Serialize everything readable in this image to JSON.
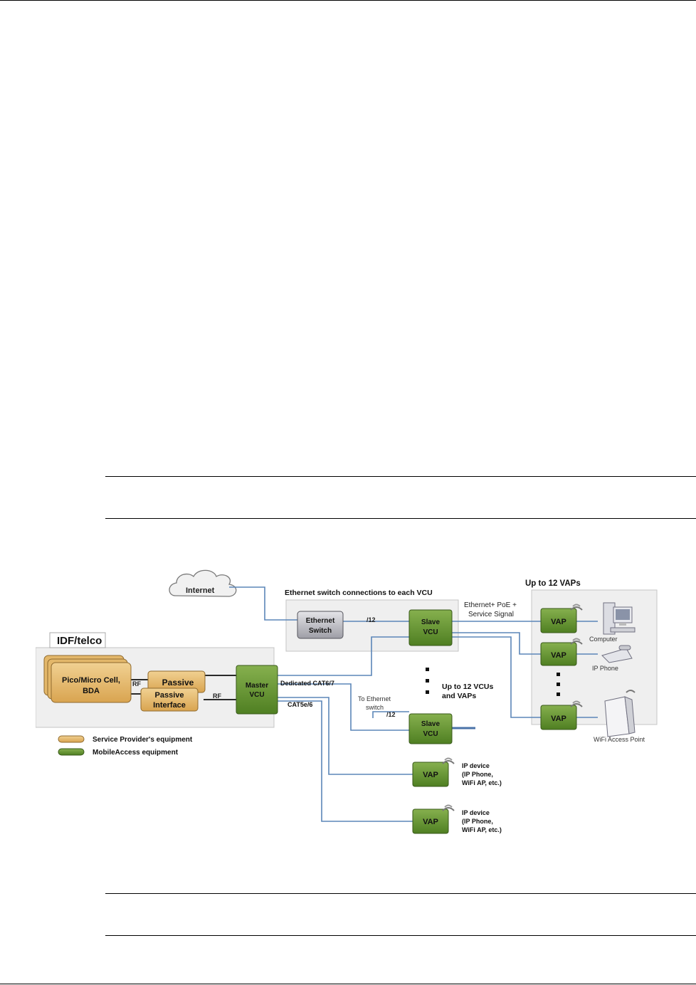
{
  "diagram": {
    "cloud": "Internet",
    "idf_label": "IDF/telco",
    "pico_line1": "Pico/Micro Cell,",
    "pico_line2": "BDA",
    "passive_1": "Passive",
    "passive_2a": "Passive",
    "passive_2b": "Interface",
    "rf_1": "RF",
    "rf_2": "RF",
    "master_1": "Master",
    "master_2": "VCU",
    "switch_group_title": "Ethernet switch connections to each VCU",
    "eth_switch_1": "Ethernet",
    "eth_switch_2": "Switch",
    "port_label_1": "/12",
    "port_label_2": "/12",
    "slave_1": "Slave",
    "slave_2": "VCU",
    "ethernet_poe_1": "Ethernet+ PoE +",
    "ethernet_poe_2": "Service Signal",
    "dedicated_cable": "Dedicated CAT6/7",
    "cat5_cable": "CAT5e/6",
    "to_ethernet_1": "To Ethernet",
    "to_ethernet_2": "switch",
    "upto_vcus_1": "Up to 12 VCUs",
    "upto_vcus_2": "and VAPs",
    "upto_vaps": "Up to 12 VAPs",
    "vap": "VAP",
    "computer": "Computer",
    "ip_phone": "IP Phone",
    "wifi_ap": "WiFi Access Point",
    "ip_device_1": "IP device",
    "ip_device_2": "(IP Phone,",
    "ip_device_3": "WiFi AP, etc.)",
    "legend_provider": "Service Provider's equipment",
    "legend_mobileaccess": "MobileAccess equipment"
  }
}
